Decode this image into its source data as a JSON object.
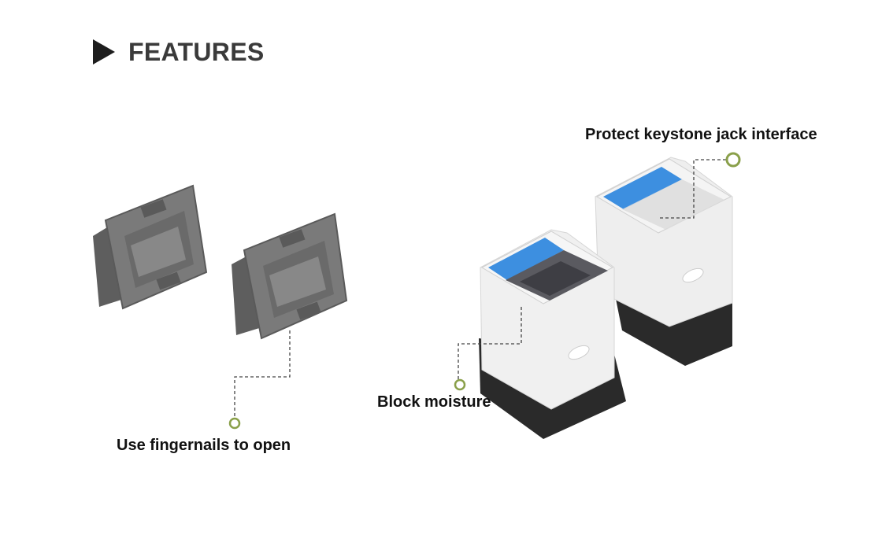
{
  "header": {
    "title": "FEATURES",
    "icon": "play-triangle-icon"
  },
  "callouts": [
    {
      "label": "Protect keystone jack interface",
      "marker_color": "#8aa04a"
    },
    {
      "label": "Use fingernails to open",
      "marker_color": "#8aa04a"
    },
    {
      "label": "Block moisture",
      "marker_color": "#8aa04a"
    }
  ],
  "images": {
    "dust_covers": "two-gray-rj45-dust-covers",
    "keystone_jacks": "two-white-keystone-jacks-with-covers"
  },
  "colors": {
    "title_text": "#3a3a3a",
    "triangle": "#1e1e1e",
    "cover_gray": "#6e6e6e",
    "jack_white": "#f0f0f0",
    "jack_blue": "#3d8fe0",
    "jack_base": "#2a2a2a",
    "marker_green": "#8aa04a"
  }
}
